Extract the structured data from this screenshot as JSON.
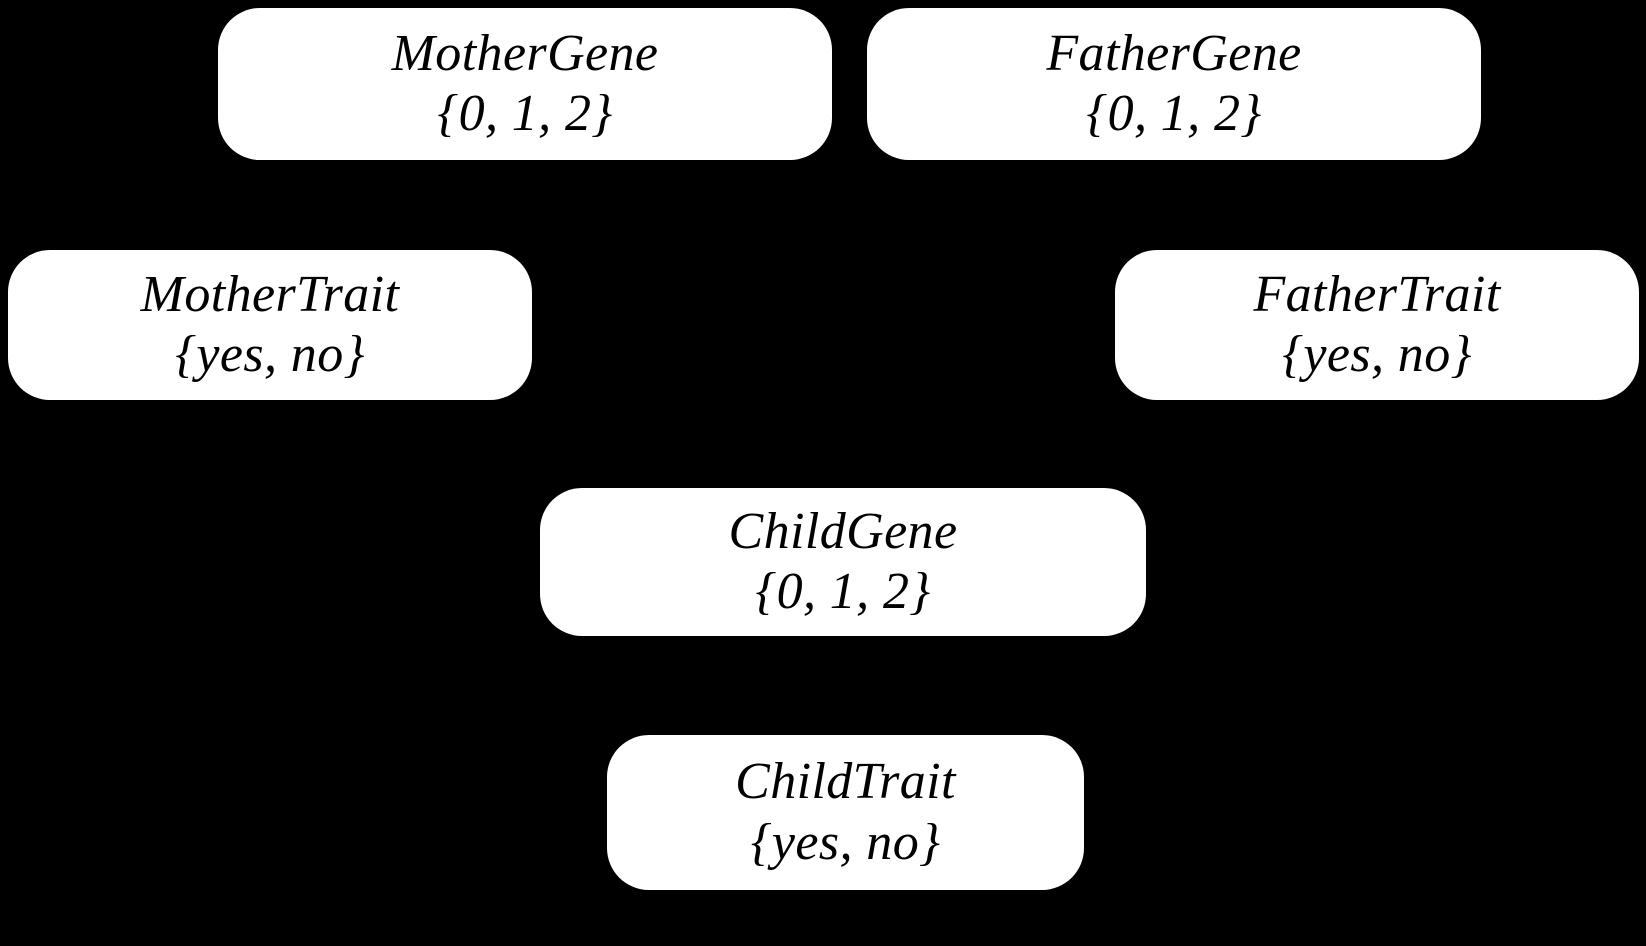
{
  "diagram": {
    "type": "bayesian-network",
    "background_color": "#000000",
    "node_fill_color": "#ffffff",
    "node_text_color": "#000000",
    "edge_color": "#000000",
    "nodes": [
      {
        "id": "mother-gene",
        "name": "MotherGene",
        "domain": "{0, 1, 2}",
        "values": [
          "0",
          "1",
          "2"
        ]
      },
      {
        "id": "father-gene",
        "name": "FatherGene",
        "domain": "{0, 1, 2}",
        "values": [
          "0",
          "1",
          "2"
        ]
      },
      {
        "id": "mother-trait",
        "name": "MotherTrait",
        "domain": "{yes, no}",
        "values": [
          "yes",
          "no"
        ]
      },
      {
        "id": "father-trait",
        "name": "FatherTrait",
        "domain": "{yes, no}",
        "values": [
          "yes",
          "no"
        ]
      },
      {
        "id": "child-gene",
        "name": "ChildGene",
        "domain": "{0, 1, 2}",
        "values": [
          "0",
          "1",
          "2"
        ]
      },
      {
        "id": "child-trait",
        "name": "ChildTrait",
        "domain": "{yes, no}",
        "values": [
          "yes",
          "no"
        ]
      }
    ],
    "edges": [
      {
        "from": "mother-gene",
        "to": "mother-trait"
      },
      {
        "from": "mother-gene",
        "to": "child-gene"
      },
      {
        "from": "father-gene",
        "to": "father-trait"
      },
      {
        "from": "father-gene",
        "to": "child-gene"
      },
      {
        "from": "child-gene",
        "to": "child-trait"
      }
    ]
  }
}
